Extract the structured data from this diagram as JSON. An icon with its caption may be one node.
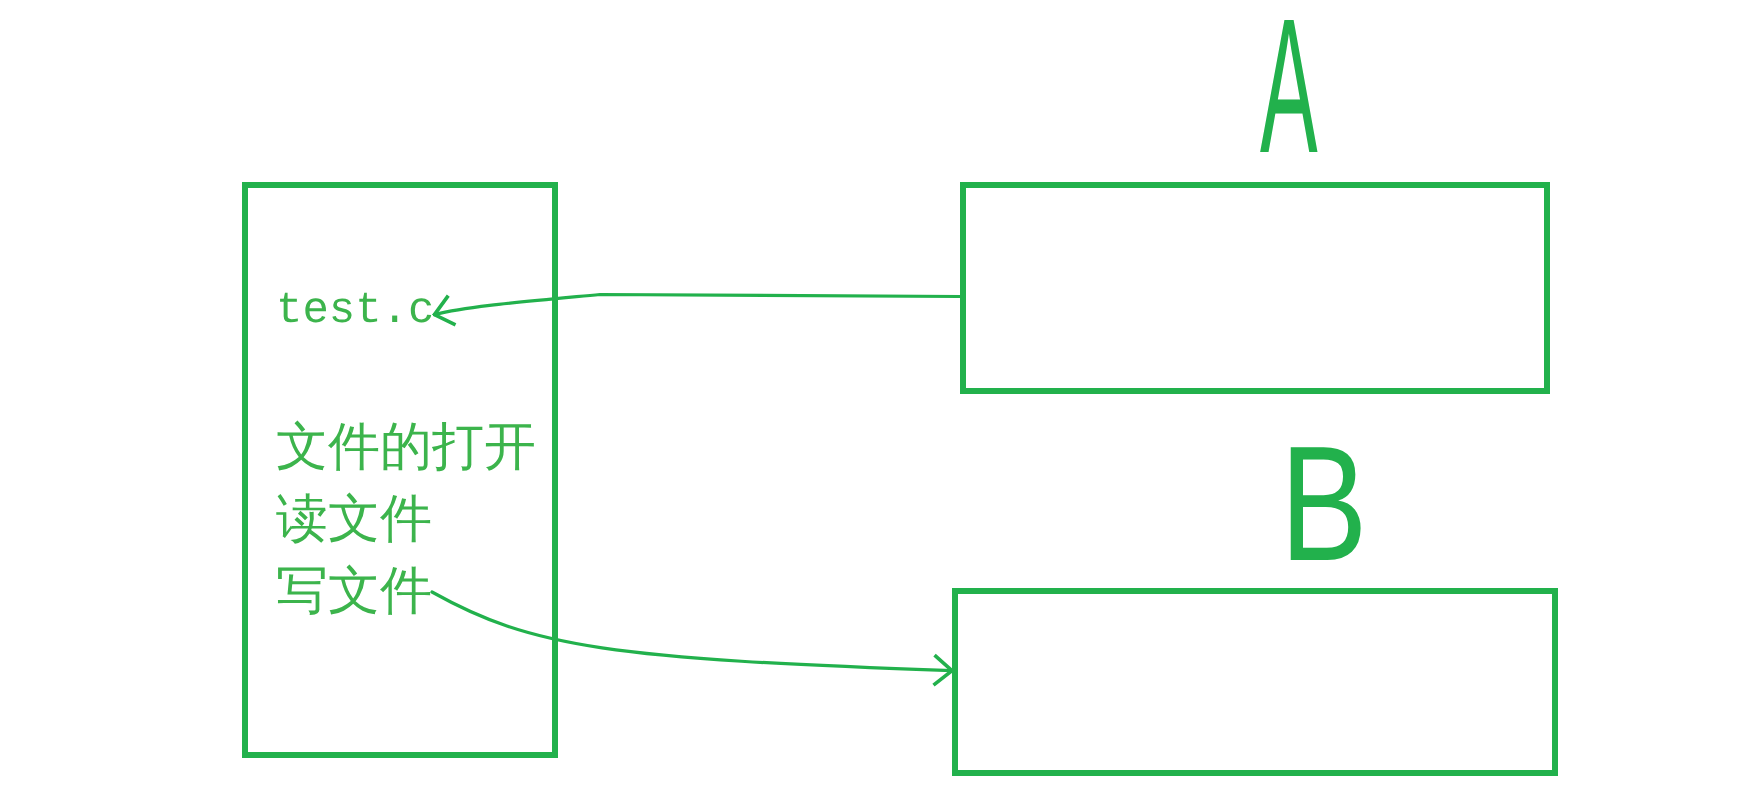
{
  "diagram": {
    "nodes": [
      {
        "text": [],
        "shape": "box"
      },
      {
        "text": [
          "test.c"
        ],
        "in": 0
      },
      {
        "text": [
          "文件的打开"
        ],
        "in": 0
      },
      {
        "text": [
          "读文件"
        ],
        "in": 0
      },
      {
        "text": [
          "写文件"
        ],
        "in": 0
      },
      {
        "text": [
          "A"
        ]
      },
      {
        "text": [
          "B"
        ]
      }
    ],
    "edges": [
      {
        "from": 5,
        "to": 1,
        "arrow": "to"
      },
      {
        "from": 4,
        "to": 6,
        "arrow": "to"
      }
    ]
  }
}
